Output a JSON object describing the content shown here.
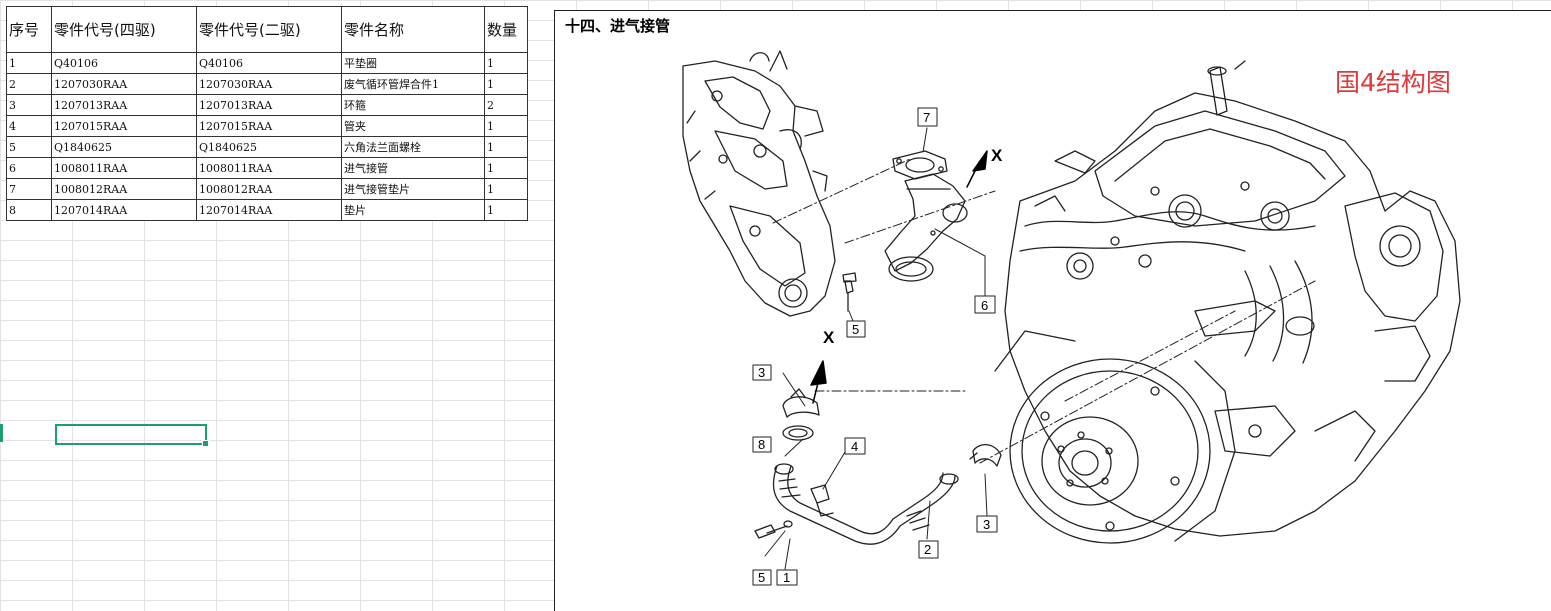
{
  "table": {
    "headers": {
      "seq": "序号",
      "part_4wd": "零件代号(四驱)",
      "part_2wd": "零件代号(二驱)",
      "name": "零件名称",
      "qty": "数量"
    },
    "rows": [
      {
        "seq": "1",
        "part_4wd": "Q40106",
        "part_2wd": "Q40106",
        "name": "平垫圈",
        "qty": "1"
      },
      {
        "seq": "2",
        "part_4wd": "1207030RAA",
        "part_2wd": "1207030RAA",
        "name": "废气循环管焊合件1",
        "qty": "1"
      },
      {
        "seq": "3",
        "part_4wd": "1207013RAA",
        "part_2wd": "1207013RAA",
        "name": "环箍",
        "qty": "2"
      },
      {
        "seq": "4",
        "part_4wd": "1207015RAA",
        "part_2wd": "1207015RAA",
        "name": "管夹",
        "qty": "1"
      },
      {
        "seq": "5",
        "part_4wd": "Q1840625",
        "part_2wd": "Q1840625",
        "name": "六角法兰面螺栓",
        "qty": "1"
      },
      {
        "seq": "6",
        "part_4wd": "1008011RAA",
        "part_2wd": "1008011RAA",
        "name": "进气接管",
        "qty": "1"
      },
      {
        "seq": "7",
        "part_4wd": "1008012RAA",
        "part_2wd": "1008012RAA",
        "name": "进气接管垫片",
        "qty": "1"
      },
      {
        "seq": "8",
        "part_4wd": "1207014RAA",
        "part_2wd": "1207014RAA",
        "name": "垫片",
        "qty": "1"
      }
    ]
  },
  "diagram": {
    "section_title": "十四、进气接管",
    "structure_label": "国4结构图",
    "view_marker": "X",
    "callouts": {
      "c1": "1",
      "c2": "2",
      "c3a": "3",
      "c3b": "3",
      "c4": "4",
      "c5a": "5",
      "c5b": "5",
      "c6": "6",
      "c7": "7",
      "c8": "8"
    }
  },
  "colors": {
    "structure_label": "#e0393b",
    "selection": "#1e9e6b"
  }
}
